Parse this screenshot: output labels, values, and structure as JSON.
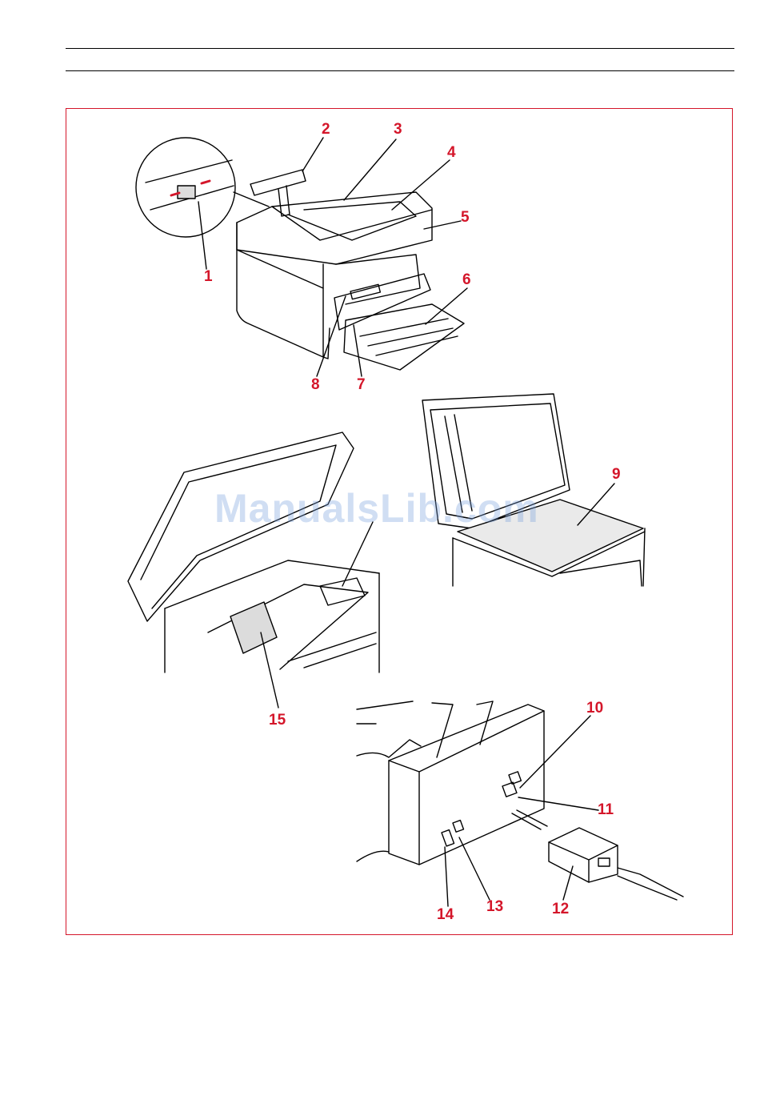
{
  "watermark": "ManualsLib.com",
  "colors": {
    "callout": "#d4162a",
    "frame": "#d4162a",
    "line": "#000000",
    "watermark": "#78a0dc"
  },
  "callouts": [
    "1",
    "2",
    "3",
    "4",
    "5",
    "6",
    "7",
    "8",
    "9",
    "10",
    "11",
    "12",
    "13",
    "14",
    "15"
  ],
  "callout_labels": {
    "c1": "1",
    "c2": "2",
    "c3": "3",
    "c4": "4",
    "c5": "5",
    "c6": "6",
    "c7": "7",
    "c8": "8",
    "c9": "9",
    "c10": "10",
    "c11": "11",
    "c12": "12",
    "c13": "13",
    "c14": "14",
    "c15": "15"
  }
}
